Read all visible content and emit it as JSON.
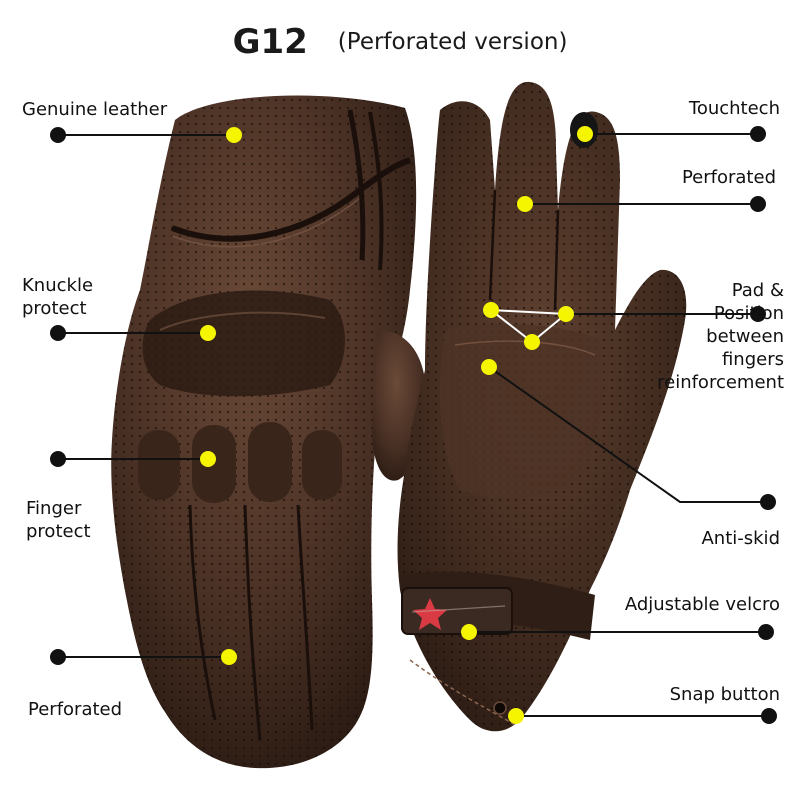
{
  "title": {
    "model": "G12",
    "subtitle": "(Perforated version)"
  },
  "colors": {
    "marker": "#f5f500",
    "line": "#111111",
    "leather_dark": "#2a1a12",
    "leather_mid": "#4a3125",
    "leather_light": "#6b4a38",
    "brand_red": "#d93a44"
  },
  "labels": {
    "genuine_leather": "Genuine leather",
    "knuckle_protect": "Knuckle\nprotect",
    "finger_protect": "Finger\nprotect",
    "perforated_left": "Perforated",
    "touchtech": "Touchtech",
    "perforated_right": "Perforated",
    "pad_position": "Pad &\nPosition\nbetween\nfingers\nreinforcement",
    "anti_skid": "Anti-skid",
    "adjustable_velcro": "Adjustable velcro",
    "snap_button": "Snap button"
  }
}
